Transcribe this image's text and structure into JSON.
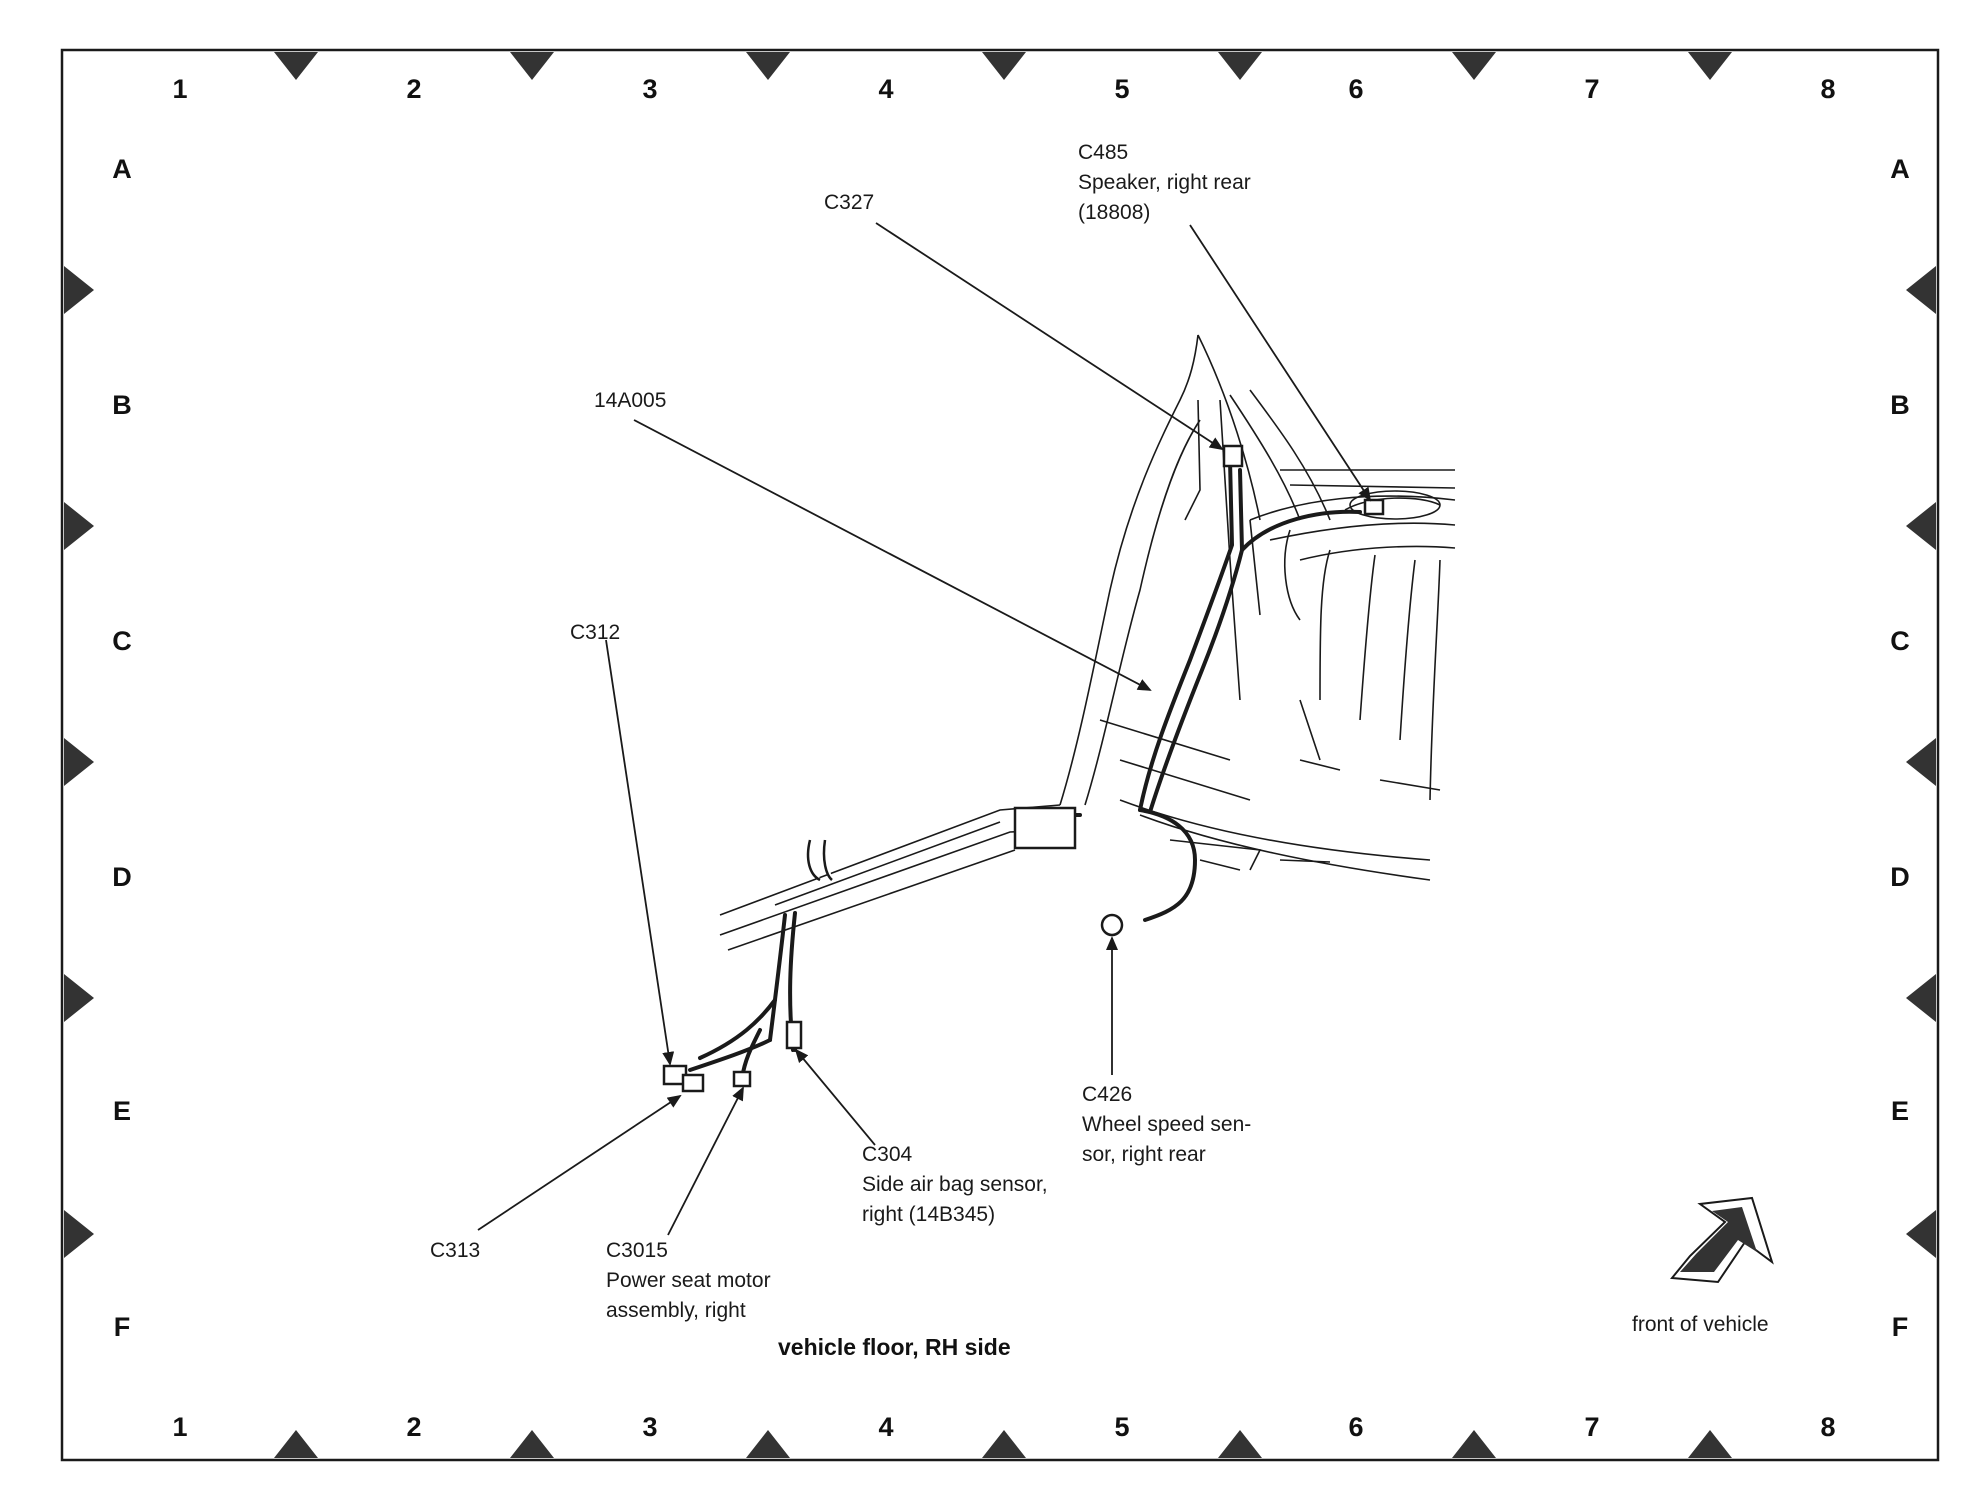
{
  "grid": {
    "columns": [
      "1",
      "2",
      "3",
      "4",
      "5",
      "6",
      "7",
      "8"
    ],
    "rows": [
      "A",
      "B",
      "C",
      "D",
      "E",
      "F"
    ]
  },
  "callouts": {
    "c485": "C485\nSpeaker, right rear\n(18808)",
    "c327": "C327",
    "harness": "14A005",
    "c312": "C312",
    "c426": "C426\nWheel speed sen-\nsor, right rear",
    "c304": "C304\nSide air bag sensor,\nright (14B345)",
    "c313": "C313",
    "c3015": "C3015\nPower seat motor\nassembly, right"
  },
  "caption": "vehicle floor, RH side",
  "orientation_label": "front of vehicle",
  "colors": {
    "line": "#1a1a1a",
    "marker": "#333333",
    "background": "#ffffff"
  }
}
